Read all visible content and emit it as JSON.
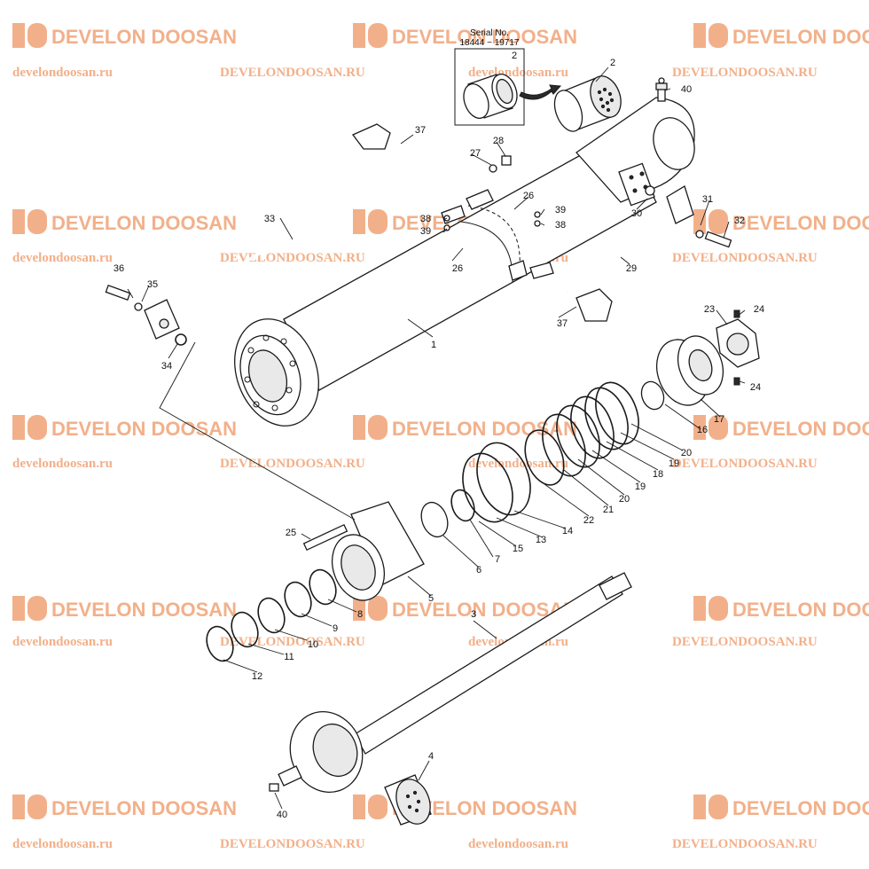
{
  "colors": {
    "watermark": "#f2b08a",
    "line": "#1a1a1a",
    "background": "#ffffff"
  },
  "watermark": {
    "brand_text": "DEVELON DOOSAN",
    "site_lower": "develondoosan.ru",
    "site_upper": "DEVELONDOOSAN.RU",
    "logo_icon": "develon-logo-icon"
  },
  "serial_box": {
    "line1": "Serial No.",
    "line2": "18444 ~ 19717",
    "part": "2"
  },
  "callouts": {
    "c1": "1",
    "c2": "2",
    "c3": "3",
    "c4": "4",
    "c5": "5",
    "c6": "6",
    "c7": "7",
    "c8": "8",
    "c9": "9",
    "c10": "10",
    "c11": "11",
    "c12": "12",
    "c13": "13",
    "c14": "14",
    "c15": "15",
    "c16": "16",
    "c17": "17",
    "c18": "18",
    "c19": "19",
    "c20": "20",
    "c21": "21",
    "c22": "22",
    "c23": "23",
    "c24": "24",
    "c25": "25",
    "c26": "26",
    "c27": "27",
    "c28": "28",
    "c29": "29",
    "c30": "30",
    "c31": "31",
    "c32": "32",
    "c33": "33",
    "c34": "34",
    "c35": "35",
    "c36": "36",
    "c37": "37",
    "c38": "38",
    "c39": "39",
    "c40": "40"
  }
}
